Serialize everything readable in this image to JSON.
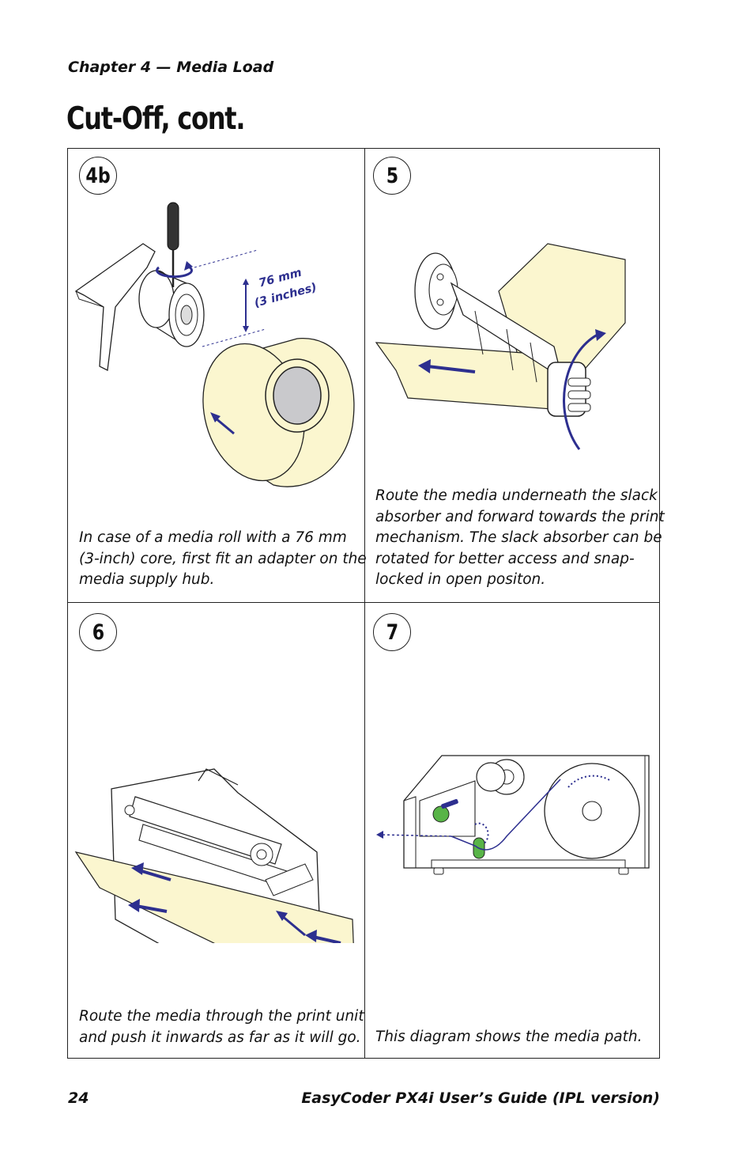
{
  "header": {
    "chapter": "Chapter 4 — Media Load"
  },
  "title": "Cut-Off, cont.",
  "panels": [
    {
      "step": "4b",
      "caption_lines": [
        "In case of a media roll with a 76 mm",
        "(3-inch) core, first fit an adapter on the",
        "media supply hub."
      ],
      "annotation_lines": [
        "76 mm",
        "(3 inches)"
      ]
    },
    {
      "step": "5",
      "caption_lines": [
        "Route the media underneath the slack",
        "absorber and forward towards the print",
        "mechanism. The slack absorber can be",
        "rotated for better access and snap-",
        "locked in open positon."
      ]
    },
    {
      "step": "6",
      "caption_lines": [
        "Route the media through the print unit",
        "and push it inwards as far as it will go."
      ]
    },
    {
      "step": "7",
      "caption_lines": [
        "This diagram shows the media path."
      ]
    }
  ],
  "footer": {
    "page_number": "24",
    "guide_title": "EasyCoder PX4i User’s Guide (IPL version)"
  },
  "colors": {
    "accent_blue": "#2d2f8f",
    "media_yellow": "#fbf6cf",
    "roll_core_gray": "#c9c9cc",
    "lever_green": "#58b447"
  }
}
